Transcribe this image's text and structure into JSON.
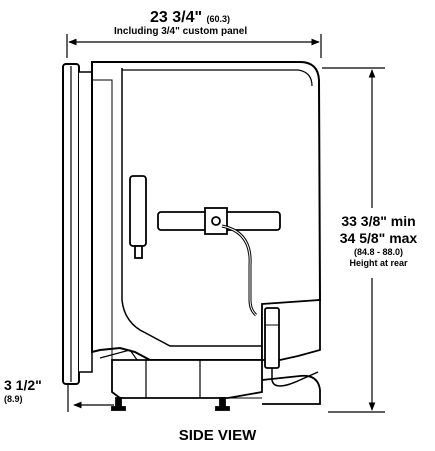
{
  "width_dim": {
    "main": "23 3/4\"",
    "metric": "(60.3)",
    "note": "Including 3/4\" custom panel"
  },
  "height_dim": {
    "min": "33 3/8\" min",
    "max": "34 5/8\" max",
    "metric": "(84.8 - 88.0)",
    "note": "Height at rear"
  },
  "foot_dim": {
    "main": "3 1/2\"",
    "metric": "(8.9)"
  },
  "caption": "SIDE VIEW",
  "colors": {
    "line": "#000000",
    "background": "#ffffff"
  }
}
